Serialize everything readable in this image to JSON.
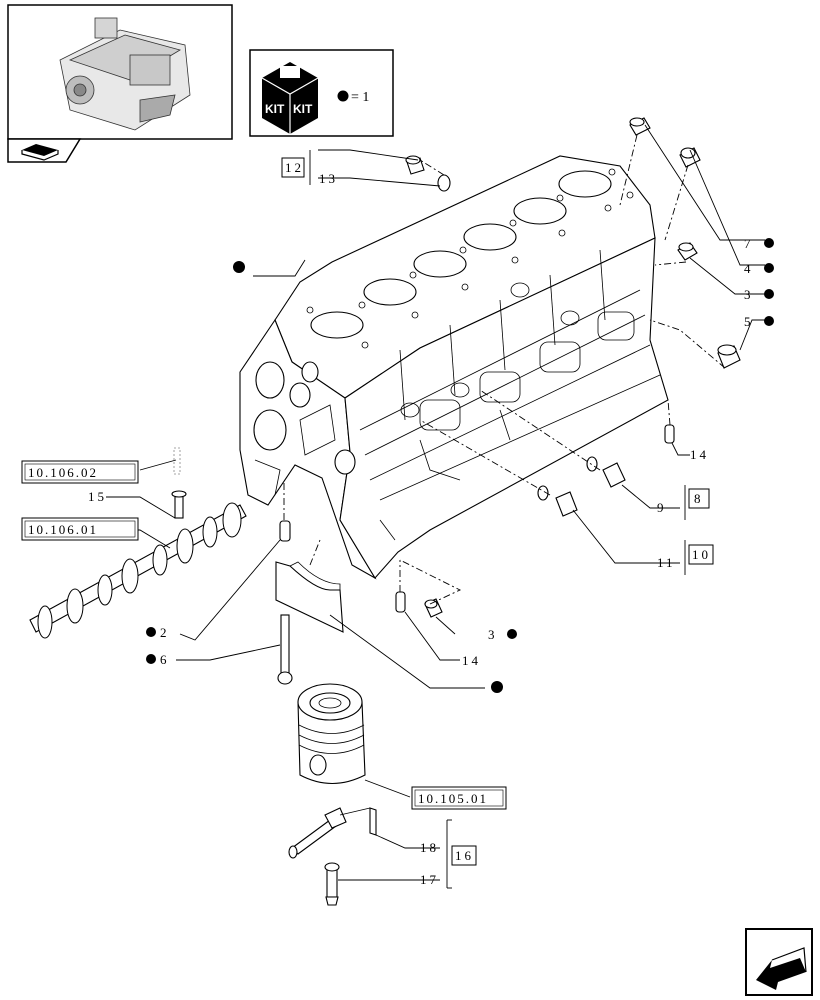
{
  "kit_legend": {
    "kit_text_left": "KIT",
    "kit_text_right": "KIT",
    "equals_text": "= 1"
  },
  "callouts": {
    "c12": "12",
    "c13": "13",
    "c7": "7",
    "c4": "4",
    "c3a": "3",
    "c5": "5",
    "c14a": "14",
    "c9": "9",
    "c8": "8",
    "c11": "11",
    "c10": "10",
    "c15": "15",
    "c2": "2",
    "c6": "6",
    "c3b": "3",
    "c14b": "14",
    "c18": "18",
    "c17": "17",
    "c16": "16"
  },
  "references": {
    "ref_10_106_02": "10.106.02",
    "ref_10_106_01": "10.106.01",
    "ref_10_105_01": "10.105.01"
  },
  "icons": {
    "thumbnail": "engine-thumbnail-icon",
    "kit": "kit-box-icon",
    "nav": "back-arrow-icon",
    "book": "book-icon"
  },
  "colors": {
    "line": "#000000",
    "background": "#ffffff"
  }
}
